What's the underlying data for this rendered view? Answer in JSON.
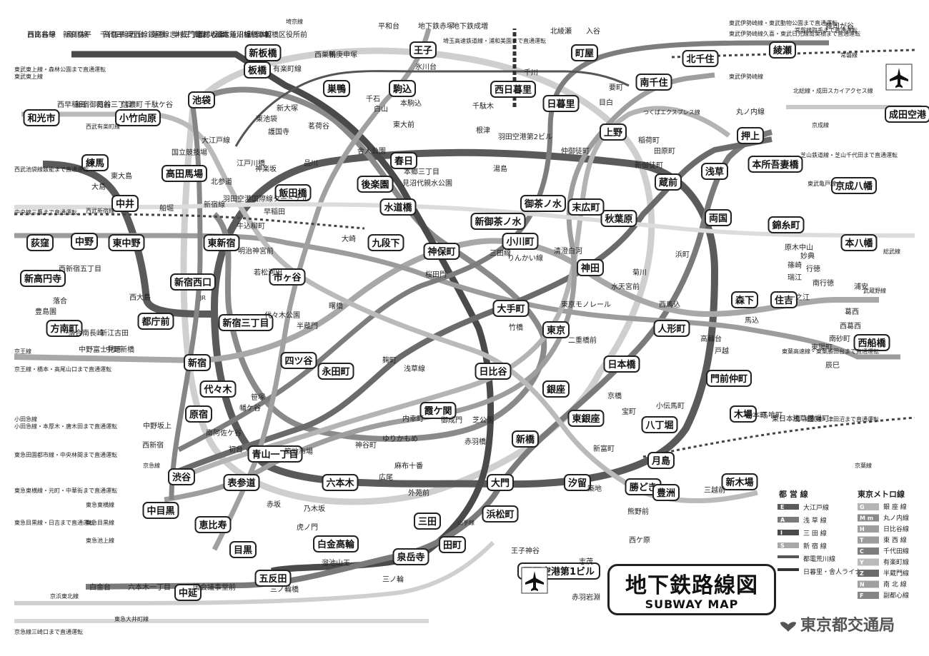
{
  "title": {
    "jp": "地下鉄路線図",
    "en": "SUBWAY MAP"
  },
  "organization": "東京都交通局",
  "legend": {
    "toei_title": "都 営 線",
    "metro_title": "東京メトロ線",
    "toei": [
      {
        "code": "E",
        "name": "大江戸線"
      },
      {
        "code": "A",
        "name": "浅 草 線"
      },
      {
        "code": "I",
        "name": "三 田 線"
      },
      {
        "code": "S",
        "name": "新 宿 線"
      },
      {
        "code": "",
        "name": "都電荒川線"
      },
      {
        "code": "",
        "name": "日暮里・舎人ライナー"
      }
    ],
    "metro": [
      {
        "code": "G",
        "name": "銀 座 線"
      },
      {
        "code": "M m",
        "name": "丸ノ内線"
      },
      {
        "code": "H",
        "name": "日比谷線"
      },
      {
        "code": "T",
        "name": "東 西 線"
      },
      {
        "code": "C",
        "name": "千代田線"
      },
      {
        "code": "Y",
        "name": "有楽町線"
      },
      {
        "code": "Z",
        "name": "半蔵門線"
      },
      {
        "code": "N",
        "name": "南 北 線"
      },
      {
        "code": "F",
        "name": "副都心線"
      }
    ]
  },
  "major_stations": [
    {
      "id": "otemachi",
      "name": "大手町"
    },
    {
      "id": "shinjuku",
      "name": "新宿"
    },
    {
      "id": "ikebukuro",
      "name": "池袋"
    },
    {
      "id": "shibuya",
      "name": "渋谷"
    },
    {
      "id": "ueno",
      "name": "上野"
    },
    {
      "id": "kitasenju",
      "name": "北千住"
    },
    {
      "id": "daimon",
      "name": "大門"
    },
    {
      "id": "kasuga",
      "name": "春日"
    },
    {
      "id": "iidabashi",
      "name": "飯田橋"
    },
    {
      "id": "ichigaya",
      "name": "市ヶ谷"
    },
    {
      "id": "kudanshita",
      "name": "九段下"
    },
    {
      "id": "jimbocho",
      "name": "神保町"
    },
    {
      "id": "hibiya",
      "name": "日比谷"
    },
    {
      "id": "tocho",
      "name": "都庁前"
    },
    {
      "id": "shiodome",
      "name": "汐留"
    },
    {
      "id": "roppongi",
      "name": "六本木"
    },
    {
      "id": "akihabara",
      "name": "秋葉原"
    },
    {
      "id": "asakusa",
      "name": "浅草"
    },
    {
      "id": "kuramae",
      "name": "蔵前"
    },
    {
      "id": "ryogoku",
      "name": "両国"
    },
    {
      "id": "morishita",
      "name": "森下"
    },
    {
      "id": "monzen",
      "name": "門前仲町"
    },
    {
      "id": "tsukishima",
      "name": "月島"
    },
    {
      "id": "kachidoki",
      "name": "勝どき"
    },
    {
      "id": "meguro",
      "name": "目黒"
    },
    {
      "id": "gotanda",
      "name": "五反田"
    },
    {
      "id": "sengakuji",
      "name": "泉岳寺"
    },
    {
      "id": "mita",
      "name": "三田"
    },
    {
      "id": "nakai",
      "name": "中井"
    },
    {
      "id": "nerima",
      "name": "練馬"
    },
    {
      "id": "oshiage",
      "name": "押上"
    },
    {
      "id": "kotakemukaihara",
      "name": "小竹向原"
    },
    {
      "id": "wakoshi",
      "name": "和光市"
    },
    {
      "id": "ayase",
      "name": "綾瀬"
    },
    {
      "id": "ginza",
      "name": "銀座"
    },
    {
      "id": "nihonbashi",
      "name": "日本橋"
    },
    {
      "id": "ningyocho",
      "name": "人形町"
    },
    {
      "id": "tokyo",
      "name": "東京"
    },
    {
      "id": "kanda",
      "name": "神田"
    },
    {
      "id": "nagatacho",
      "name": "永田町"
    },
    {
      "id": "yotsuya",
      "name": "四ツ谷"
    },
    {
      "id": "aoyama",
      "name": "青山一丁目"
    },
    {
      "id": "omotesando",
      "name": "表参道"
    },
    {
      "id": "ebisu",
      "name": "恵比寿"
    },
    {
      "id": "nakameguro",
      "name": "中目黒"
    },
    {
      "id": "kasumigaseki",
      "name": "霞ケ関"
    },
    {
      "id": "shimbashi",
      "name": "新橋"
    },
    {
      "id": "higashiginza",
      "name": "東銀座"
    },
    {
      "id": "hatchobori",
      "name": "八丁堀"
    },
    {
      "id": "kiba",
      "name": "木場"
    },
    {
      "id": "toyosu",
      "name": "豊洲"
    },
    {
      "id": "shinkiba",
      "name": "新木場"
    },
    {
      "id": "sumiyoshi",
      "name": "住吉"
    },
    {
      "id": "kinshicho",
      "name": "錦糸町"
    },
    {
      "id": "honjo",
      "name": "本所吾妻橋"
    },
    {
      "id": "oji",
      "name": "王子"
    },
    {
      "id": "komagome",
      "name": "駒込"
    },
    {
      "id": "sugamo",
      "name": "巣鴨"
    },
    {
      "id": "itabashi",
      "name": "板橋"
    },
    {
      "id": "shinitabashi",
      "name": "新板橋"
    },
    {
      "id": "nishinippori",
      "name": "西日暮里"
    },
    {
      "id": "nippori",
      "name": "日暮里"
    },
    {
      "id": "machiya",
      "name": "町屋"
    },
    {
      "id": "minamisenju",
      "name": "南千住"
    },
    {
      "id": "higashinakano",
      "name": "東中野"
    },
    {
      "id": "nakano",
      "name": "中野"
    },
    {
      "id": "ogikubo",
      "name": "荻窪"
    },
    {
      "id": "takadanobaba",
      "name": "高田馬場"
    },
    {
      "id": "higashishinjuku",
      "name": "東新宿"
    },
    {
      "id": "shinjukusanchome",
      "name": "新宿三丁目"
    },
    {
      "id": "yoyogi",
      "name": "代々木"
    },
    {
      "id": "harajuku",
      "name": "原宿"
    },
    {
      "id": "shinjukunishiguchi",
      "name": "新宿西口"
    },
    {
      "id": "ochanomizu",
      "name": "御茶ノ水"
    },
    {
      "id": "suidobashi",
      "name": "水道橋"
    },
    {
      "id": "korakuen",
      "name": "後楽園"
    },
    {
      "id": "awajicho",
      "name": "小川町"
    },
    {
      "id": "suehirocho",
      "name": "末広町"
    },
    {
      "id": "shinochanomizu",
      "name": "新御茶ノ水"
    },
    {
      "id": "hamamatsucho",
      "name": "浜松町"
    },
    {
      "id": "tamachi",
      "name": "田町"
    },
    {
      "id": "shirokane",
      "name": "白金高輪"
    },
    {
      "id": "haneda1",
      "name": "羽田空港第1ビル"
    },
    {
      "id": "narita",
      "name": "成田空港"
    },
    {
      "id": "nishifunabashi",
      "name": "西船橋"
    },
    {
      "id": "motoyawata",
      "name": "本八幡"
    },
    {
      "id": "keiseiyawata",
      "name": "京成八幡"
    },
    {
      "id": "nakanobu",
      "name": "中延"
    },
    {
      "id": "shinkoenji",
      "name": "新高円寺"
    },
    {
      "id": "honancho",
      "name": "方南町"
    }
  ],
  "small_labels": [
    {
      "name": "西高島平"
    },
    {
      "name": "新高島平"
    },
    {
      "name": "高島平"
    },
    {
      "name": "西台"
    },
    {
      "name": "蓮根"
    },
    {
      "name": "志村三丁目"
    },
    {
      "name": "志村坂上"
    },
    {
      "name": "本蓮沼"
    },
    {
      "name": "板橋本町"
    },
    {
      "name": "板橋区役所前"
    },
    {
      "name": "西巣鴨"
    },
    {
      "name": "新庚申塚"
    },
    {
      "name": "千石"
    },
    {
      "name": "白山"
    },
    {
      "name": "本駒込"
    },
    {
      "name": "東大前"
    },
    {
      "name": "千駄木"
    },
    {
      "name": "根津"
    },
    {
      "name": "湯島"
    },
    {
      "name": "仲御徒町"
    },
    {
      "name": "稲荷町"
    },
    {
      "name": "田原町"
    },
    {
      "name": "新御徒町"
    },
    {
      "name": "本郷三丁目"
    },
    {
      "name": "茗荷谷"
    },
    {
      "name": "新大塚"
    },
    {
      "name": "東池袋"
    },
    {
      "name": "護国寺"
    },
    {
      "name": "江戸川橋"
    },
    {
      "name": "神楽坂"
    },
    {
      "name": "早稲田"
    },
    {
      "name": "牛込柳町"
    },
    {
      "name": "若松河田"
    },
    {
      "name": "曙橋"
    },
    {
      "name": "半蔵門"
    },
    {
      "name": "麹町"
    },
    {
      "name": "桜田門"
    },
    {
      "name": "竹橋"
    },
    {
      "name": "二重橋前"
    },
    {
      "name": "京橋"
    },
    {
      "name": "宝町"
    },
    {
      "name": "新富町"
    },
    {
      "name": "築地"
    },
    {
      "name": "築地市場"
    },
    {
      "name": "赤坂"
    },
    {
      "name": "乃木坂"
    },
    {
      "name": "広尾"
    },
    {
      "name": "外苑前"
    },
    {
      "name": "麻布十番"
    },
    {
      "name": "赤羽橋"
    },
    {
      "name": "芝公園"
    },
    {
      "name": "御成門"
    },
    {
      "name": "内幸町"
    },
    {
      "name": "神谷町"
    },
    {
      "name": "虎ノ門"
    },
    {
      "name": "溜池山王"
    },
    {
      "name": "国会議事堂前"
    },
    {
      "name": "六本木一丁目"
    },
    {
      "name": "白金台"
    },
    {
      "name": "高輪台"
    },
    {
      "name": "戸越"
    },
    {
      "name": "馬込"
    },
    {
      "name": "西馬込"
    },
    {
      "name": "水天宮前"
    },
    {
      "name": "清澄白河"
    },
    {
      "name": "菊川"
    },
    {
      "name": "浜町"
    },
    {
      "name": "小伝馬町"
    },
    {
      "name": "三越前"
    },
    {
      "name": "岩本町"
    },
    {
      "name": "馬喰町"
    },
    {
      "name": "東日本橋"
    },
    {
      "name": "浅草橋"
    },
    {
      "name": "茅場町"
    },
    {
      "name": "辰巳"
    },
    {
      "name": "東陽町"
    },
    {
      "name": "南砂町"
    },
    {
      "name": "西葛西"
    },
    {
      "name": "葛西"
    },
    {
      "name": "浦安"
    },
    {
      "name": "南行徳"
    },
    {
      "name": "行徳"
    },
    {
      "name": "妙典"
    },
    {
      "name": "原木中山"
    },
    {
      "name": "篠崎"
    },
    {
      "name": "瑞江"
    },
    {
      "name": "一之江"
    },
    {
      "name": "船堀"
    },
    {
      "name": "東大島"
    },
    {
      "name": "大島"
    },
    {
      "name": "西大島"
    },
    {
      "name": "落合"
    },
    {
      "name": "落合南長崎"
    },
    {
      "name": "新江古田"
    },
    {
      "name": "豊島園"
    },
    {
      "name": "西新宿五丁目"
    },
    {
      "name": "中野新橋"
    },
    {
      "name": "中野富士見町"
    },
    {
      "name": "中野坂上"
    },
    {
      "name": "西新宿"
    },
    {
      "name": "南阿佐ケ谷"
    },
    {
      "name": "初台"
    },
    {
      "name": "幡ケ谷"
    },
    {
      "name": "笹塚"
    },
    {
      "name": "代々木公園"
    },
    {
      "name": "明治神宮前"
    },
    {
      "name": "北参道"
    },
    {
      "name": "国立競技場"
    },
    {
      "name": "千駄ケ谷"
    },
    {
      "name": "信濃町"
    },
    {
      "name": "四谷三丁目"
    },
    {
      "name": "新宿御苑前"
    },
    {
      "name": "西早稲田"
    },
    {
      "name": "雑司が谷"
    },
    {
      "name": "目白"
    },
    {
      "name": "要町"
    },
    {
      "name": "千川"
    },
    {
      "name": "氷川台"
    },
    {
      "name": "平和台"
    },
    {
      "name": "地下鉄赤塚"
    },
    {
      "name": "地下鉄成増"
    },
    {
      "name": "北綾瀬"
    },
    {
      "name": "入谷"
    },
    {
      "name": "三ノ輪"
    },
    {
      "name": "三ノ輪橋"
    },
    {
      "name": "熊野前"
    },
    {
      "name": "西ケ原"
    },
    {
      "name": "王子神谷"
    },
    {
      "name": "志茂"
    },
    {
      "name": "赤羽岩淵"
    },
    {
      "name": "舎人公園"
    },
    {
      "name": "見沼代親水公園"
    },
    {
      "name": "品川"
    },
    {
      "name": "大崎"
    },
    {
      "name": "りんかい線"
    },
    {
      "name": "ゆりかもめ"
    },
    {
      "name": "東京モノレール"
    },
    {
      "name": "羽田空港第2ビル"
    },
    {
      "name": "羽田空港国際線ターミナル"
    },
    {
      "name": "大江戸線"
    },
    {
      "name": "浅草線"
    },
    {
      "name": "三田線"
    },
    {
      "name": "新宿線"
    },
    {
      "name": "有楽町線"
    },
    {
      "name": "丸ノ内線"
    },
    {
      "name": "日比谷線"
    },
    {
      "name": "南北線"
    },
    {
      "name": "千代田線"
    },
    {
      "name": "東西線"
    },
    {
      "name": "銀座線"
    },
    {
      "name": "半蔵門線"
    },
    {
      "name": "副都心線"
    },
    {
      "name": "都電荒川線"
    },
    {
      "name": "新宿線"
    }
  ],
  "edge_notes": [
    "東武東上線・森林公園まで直通運転",
    "西武池袋線飯能まで直通運転",
    "中央線三鷹まで直通運転",
    "京王線・橋本・高尾山口まで直通運転",
    "小田急線・本厚木・唐木田まで直通運転",
    "東急田園都市線・中央林間まで直通運転",
    "東急東横線・元町・中華街まで直通運転",
    "東急目黒線・日吉まで直通運転",
    "京急線三崎口まで直通運転",
    "北総線・成田スカイアクセス線",
    "芝山鉄道線・芝山千代田まで直通運転",
    "常磐線取手まで直通運転",
    "東武伊勢崎線・東武動物公園まで直通運転",
    "東武伊勢崎線久喜・東武日光線南栗橋まで直通運転",
    "東葉高速線・東葉勝田台まで直通運転",
    "埼玉高速鉄道線・浦和美園まで直通運転",
    "総武線・津田沼まで直通運転",
    "京成線",
    "京急線",
    "京王線",
    "小田急線",
    "東急東横線",
    "東急目黒線",
    "東急池上線",
    "西武新宿線",
    "西武有楽町線",
    "京浜東北線",
    "埼京線",
    "常磐線",
    "東武東上線",
    "東武伊勢崎線",
    "東武亀戸線",
    "京葉線",
    "武蔵野線",
    "総武線",
    "東急大井町線",
    "山手線",
    "JR",
    "つくばエクスプレス線"
  ]
}
